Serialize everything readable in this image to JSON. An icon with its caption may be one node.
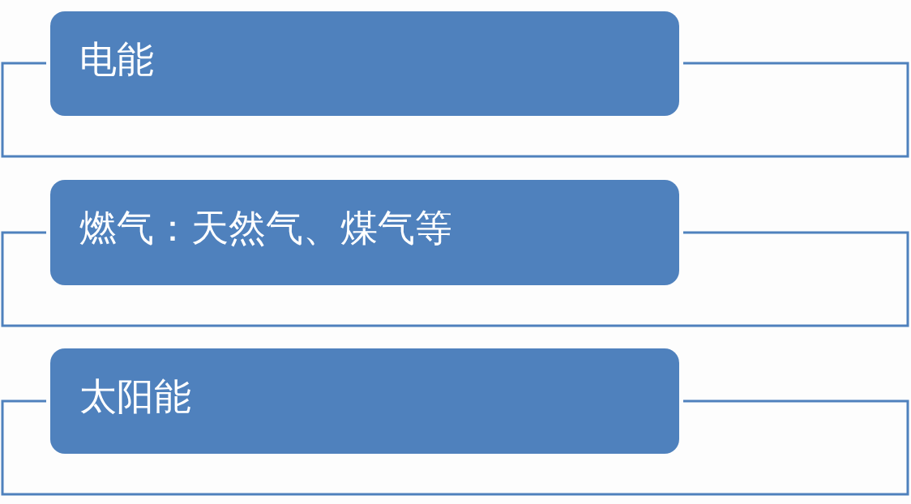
{
  "diagram": {
    "nodes": [
      {
        "text": [
          "电能"
        ]
      },
      {
        "text": [
          "燃气：天然气、煤气等"
        ]
      },
      {
        "text": [
          "太阳能"
        ]
      }
    ]
  }
}
